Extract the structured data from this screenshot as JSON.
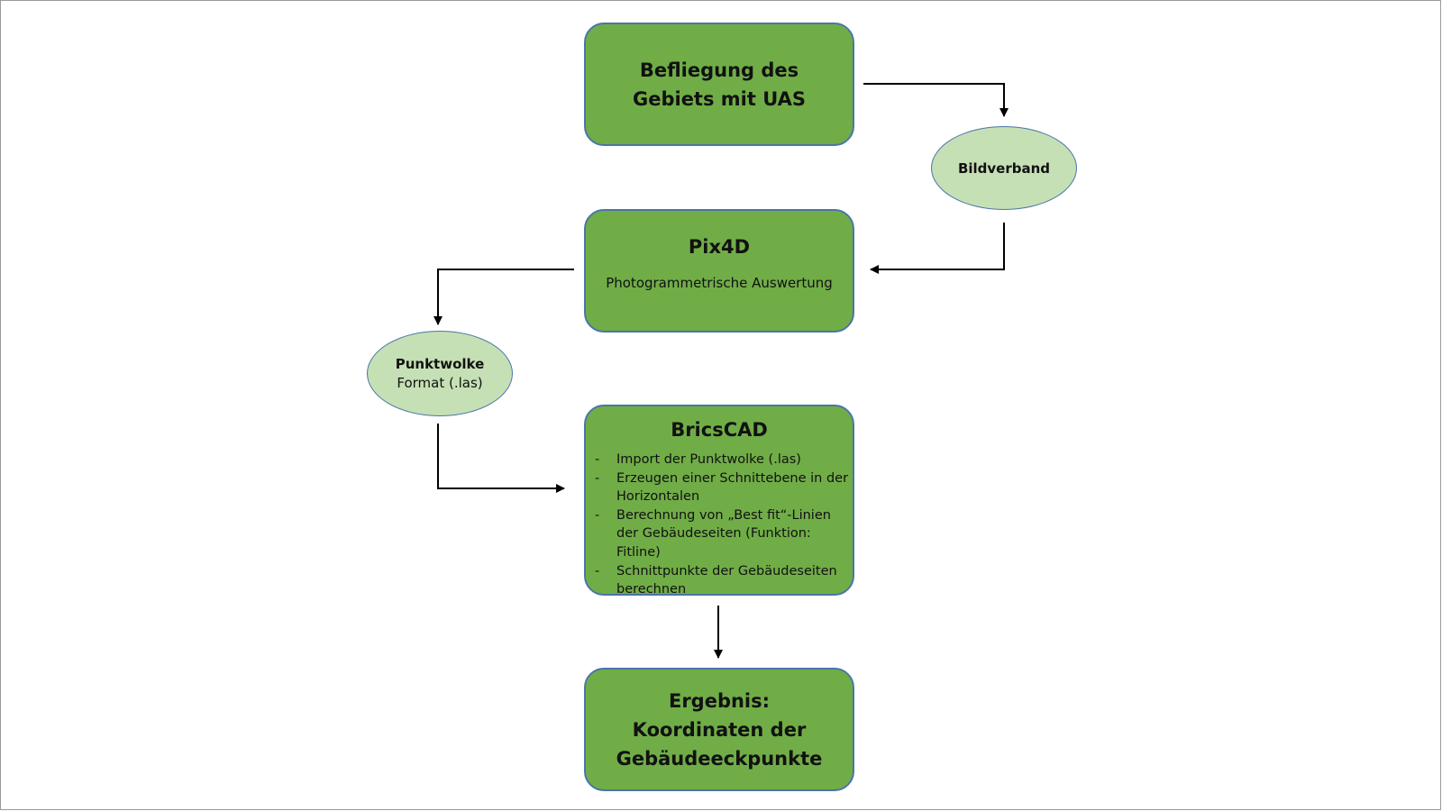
{
  "nodes": {
    "befliegung": {
      "lines": [
        "Befliegung des",
        "Gebiets mit UAS"
      ]
    },
    "bildverband": {
      "label": "Bildverband"
    },
    "pix4d": {
      "title": "Pix4D",
      "subtitle": "Photogrammetrische Auswertung"
    },
    "punktwolke": {
      "title": "Punktwolke",
      "subtitle": "Format (.las)"
    },
    "bricscad": {
      "title": "BricsCAD",
      "steps": [
        "Import der Punktwolke (.las)",
        "Erzeugen einer Schnittebene in der Horizontalen",
        "Berechnung von „Best fit“-Linien der Gebäudeseiten (Funktion: Fitline)",
        "Schnittpunkte der Gebäudeseiten berechnen"
      ]
    },
    "ergebnis": {
      "lines": [
        "Ergebnis:",
        "Koordinaten der",
        "Gebäudeeckpunkte"
      ]
    }
  },
  "colors": {
    "box_fill": "#70ad47",
    "ellipse_fill": "#c5e0b4",
    "border": "#4a75a8",
    "arrow": "#000000"
  }
}
